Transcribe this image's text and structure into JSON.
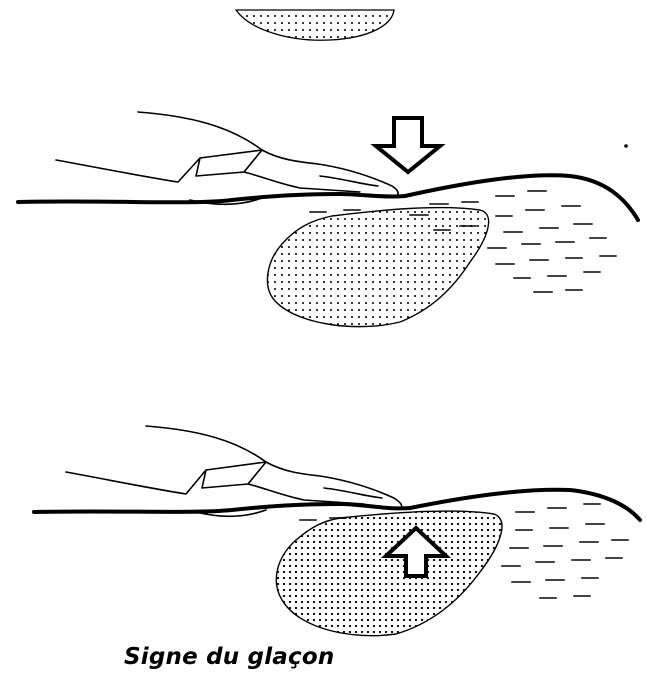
{
  "caption": "Signe du glaçon",
  "colors": {
    "ink": "#000000",
    "paper": "#ffffff"
  },
  "panels": [
    {
      "part": "top-partial",
      "arrow": "none"
    },
    {
      "part": "middle",
      "arrow": "down",
      "shape": "compressed-mass"
    },
    {
      "part": "bottom",
      "arrow": "up",
      "shape": "rebound-mass"
    }
  ]
}
